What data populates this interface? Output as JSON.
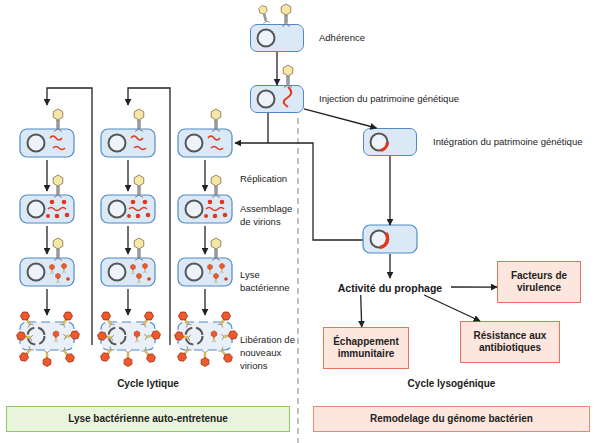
{
  "diagram": {
    "nodes": [
      {
        "text": [
          "Adhérence"
        ]
      },
      {
        "text": [
          "Injection du patrimoine génétique"
        ]
      },
      {
        "text": [
          "Intégration du patrimoine génétique"
        ]
      },
      {
        "text": [
          "Activité du prophage"
        ]
      },
      {
        "text": [
          "Facteurs de virulence"
        ]
      },
      {
        "text": [
          "Échappement immunitaire"
        ]
      },
      {
        "text": [
          "Résistance aux antibiotiques"
        ]
      },
      {
        "text": [
          "Lyse bactérienne auto-entretenue"
        ]
      },
      {
        "text": [
          "Remodelage du génome bactérien"
        ]
      }
    ],
    "edges": [
      {
        "from": 0,
        "to": 1,
        "arrow": "to"
      },
      {
        "from": 1,
        "to": 2,
        "arrow": "to"
      },
      {
        "from": 2,
        "to": 3,
        "arrow": "to"
      },
      {
        "from": 3,
        "to": 4,
        "arrow": "to"
      },
      {
        "from": 3,
        "to": 5,
        "arrow": "to"
      },
      {
        "from": 3,
        "to": 6,
        "arrow": "to"
      }
    ],
    "labels": [
      "Réplication",
      "Assemblage de virions",
      "Lyse bactérienne",
      "Libération de nouveaux virions",
      "Cycle lytique",
      "Cycle lysogénique"
    ]
  }
}
